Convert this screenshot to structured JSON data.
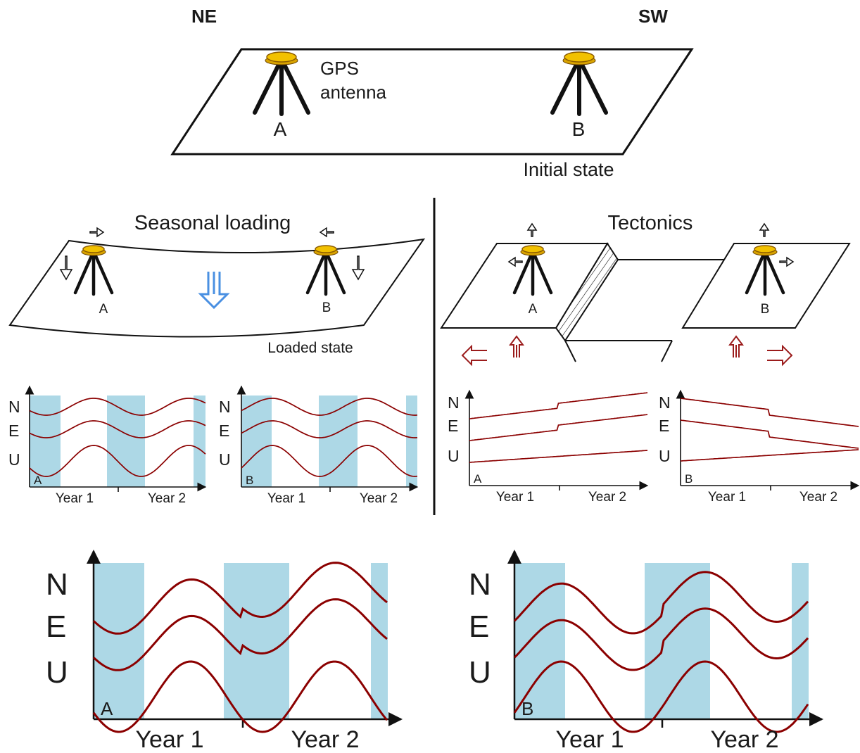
{
  "top": {
    "left_direction": "NE",
    "right_direction": "SW",
    "antenna_label": "GPS\nantenna",
    "station_a": "A",
    "station_b": "B",
    "caption": "Initial state"
  },
  "seasonal": {
    "title": "Seasonal loading",
    "station_a": "A",
    "station_b": "B",
    "caption": "Loaded state"
  },
  "tectonics": {
    "title": "Tectonics",
    "station_a": "A",
    "station_b": "B"
  },
  "components": [
    "N",
    "E",
    "U"
  ],
  "years": [
    "Year 1",
    "Year 2"
  ],
  "colors": {
    "season_band": "#add8e6",
    "series_line": "#8b0000",
    "loading_arrow": "#4a90e2",
    "tectonic_arrow": "#9b1c1c",
    "antenna": "#f2c100"
  },
  "chart_data": [
    {
      "type": "line",
      "panel": "A",
      "group": "Seasonal loading",
      "series": [
        {
          "name": "N",
          "pattern": "seasonal sinusoid"
        },
        {
          "name": "E",
          "pattern": "seasonal sinusoid"
        },
        {
          "name": "U",
          "pattern": "seasonal sinusoid, larger amplitude"
        }
      ],
      "x_labels": [
        "Year 1",
        "Year 2"
      ]
    },
    {
      "type": "line",
      "panel": "B",
      "group": "Seasonal loading",
      "series": [
        {
          "name": "N",
          "pattern": "seasonal sinusoid"
        },
        {
          "name": "E",
          "pattern": "seasonal sinusoid"
        },
        {
          "name": "U",
          "pattern": "seasonal sinusoid, larger amplitude"
        }
      ],
      "x_labels": [
        "Year 1",
        "Year 2"
      ]
    },
    {
      "type": "line",
      "panel": "A",
      "group": "Tectonics",
      "series": [
        {
          "name": "N",
          "pattern": "linear increasing trend with step offset"
        },
        {
          "name": "E",
          "pattern": "linear increasing trend with step offset"
        },
        {
          "name": "U",
          "pattern": "linear increasing trend"
        }
      ],
      "x_labels": [
        "Year 1",
        "Year 2"
      ]
    },
    {
      "type": "line",
      "panel": "B",
      "group": "Tectonics",
      "series": [
        {
          "name": "N",
          "pattern": "linear decreasing trend with step offset"
        },
        {
          "name": "E",
          "pattern": "linear decreasing trend with step offset"
        },
        {
          "name": "U",
          "pattern": "linear increasing trend"
        }
      ],
      "x_labels": [
        "Year 1",
        "Year 2"
      ]
    },
    {
      "type": "line",
      "panel": "A",
      "group": "Combined",
      "series": [
        {
          "name": "N",
          "pattern": "seasonal sinusoid + trend + step"
        },
        {
          "name": "E",
          "pattern": "seasonal sinusoid + trend + step"
        },
        {
          "name": "U",
          "pattern": "seasonal sinusoid"
        }
      ],
      "x_labels": [
        "Year 1",
        "Year 2"
      ]
    },
    {
      "type": "line",
      "panel": "B",
      "group": "Combined",
      "series": [
        {
          "name": "N",
          "pattern": "seasonal sinusoid + trend + step"
        },
        {
          "name": "E",
          "pattern": "seasonal sinusoid + trend + step"
        },
        {
          "name": "U",
          "pattern": "seasonal sinusoid"
        }
      ],
      "x_labels": [
        "Year 1",
        "Year 2"
      ]
    }
  ]
}
